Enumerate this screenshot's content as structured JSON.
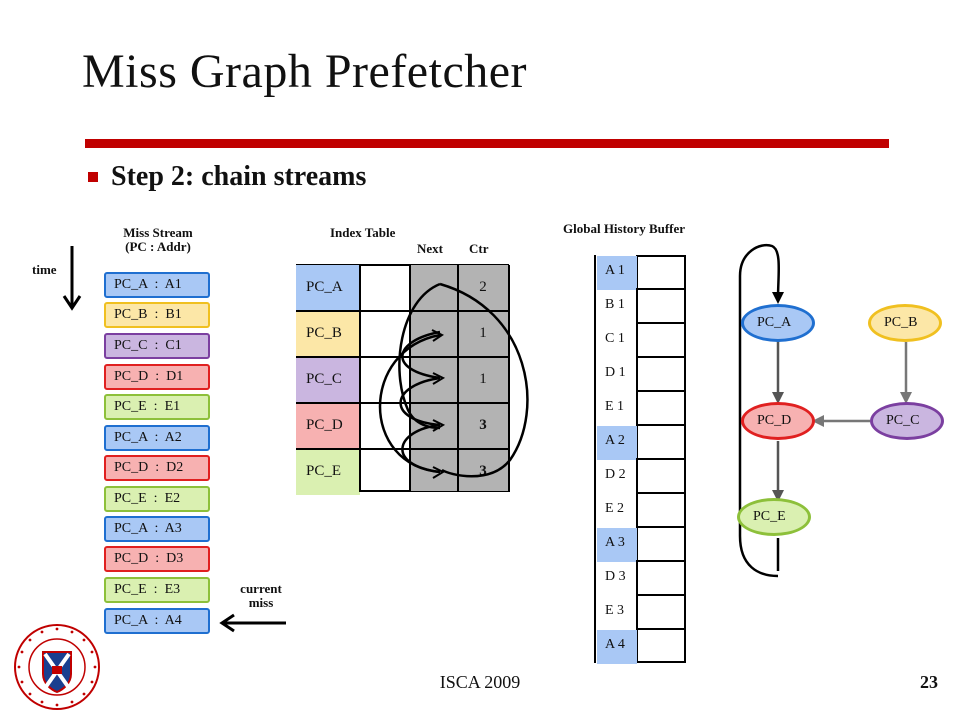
{
  "slide": {
    "title": "Miss Graph Prefetcher",
    "bullet": "Step 2: chain streams",
    "footer": "ISCA 2009",
    "page_number": "23"
  },
  "miss_stream": {
    "header_line1": "Miss Stream",
    "header_line2": "(PC : Addr)",
    "time_label": "time",
    "current_label_line1": "current",
    "current_label_line2": "miss",
    "items": [
      {
        "text": "PC_A  :  A1",
        "color": "#a9c8f5"
      },
      {
        "text": "PC_B  :  B1",
        "color": "#fce7a7"
      },
      {
        "text": "PC_C  :  C1",
        "color": "#cab6e0"
      },
      {
        "text": "PC_D  :  D1",
        "color": "#f7b1b1"
      },
      {
        "text": "PC_E  :  E1",
        "color": "#daf0b1"
      },
      {
        "text": "PC_A  :  A2",
        "color": "#a9c8f5"
      },
      {
        "text": "PC_D  :  D2",
        "color": "#f7b1b1"
      },
      {
        "text": "PC_E  :  E2",
        "color": "#daf0b1"
      },
      {
        "text": "PC_A  :  A3",
        "color": "#a9c8f5"
      },
      {
        "text": "PC_D  :  D3",
        "color": "#f7b1b1"
      },
      {
        "text": "PC_E  :  E3",
        "color": "#daf0b1"
      },
      {
        "text": "PC_A  :  A4",
        "color": "#a9c8f5"
      }
    ]
  },
  "index_table": {
    "header": "Index Table",
    "col_next": "Next",
    "col_ctr": "Ctr",
    "rows": [
      {
        "pc": "PC_A",
        "ctr": "2",
        "bold": false
      },
      {
        "pc": "PC_B",
        "ctr": "1",
        "bold": false
      },
      {
        "pc": "PC_C",
        "ctr": "1",
        "bold": false
      },
      {
        "pc": "PC_D",
        "ctr": "3",
        "bold": true
      },
      {
        "pc": "PC_E",
        "ctr": "3",
        "bold": true
      }
    ]
  },
  "global_history_buffer": {
    "header": "Global History Buffer",
    "entries": [
      "A 1",
      "B 1",
      "C 1",
      "D 1",
      "E 1",
      "A 2",
      "D 2",
      "E 2",
      "A 3",
      "D 3",
      "E 3",
      "A 4"
    ],
    "highlighted": [
      0,
      5,
      8,
      11
    ]
  },
  "miss_graph": {
    "nodes": [
      "PC_A",
      "PC_B",
      "PC_D",
      "PC_C",
      "PC_E"
    ]
  },
  "colors": {
    "accent_red": "#c00000",
    "pc_a": "#a9c8f5",
    "pc_b": "#fce7a7",
    "pc_c": "#cab6e0",
    "pc_d": "#f7b1b1",
    "pc_e": "#daf0b1",
    "table_gray": "#b3b3b3"
  },
  "logo": {
    "name": "university-of-edinburgh-crest",
    "text": "THE UNIVERSITY OF EDINBURGH"
  }
}
